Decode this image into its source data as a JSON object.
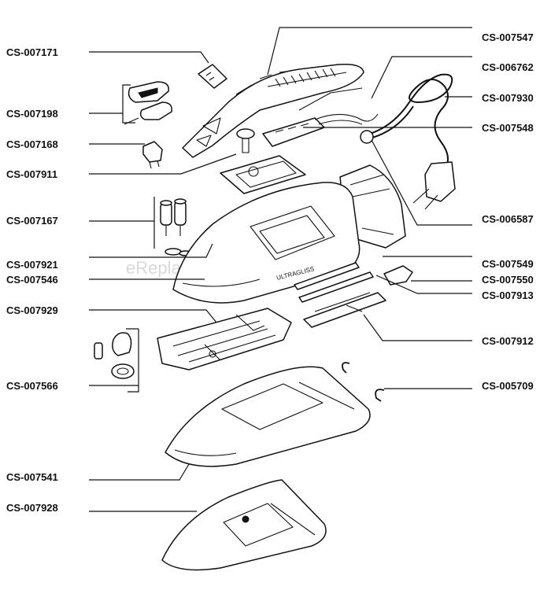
{
  "watermark": "eReplacementParts.com",
  "part_labels": {
    "cs007171": "CS-007171",
    "cs007198": "CS-007198",
    "cs007168": "CS-007168",
    "cs007911": "CS-007911",
    "cs007167": "CS-007167",
    "cs007921": "CS-007921",
    "cs007546": "CS-007546",
    "cs007929": "CS-007929",
    "cs007566": "CS-007566",
    "cs007541": "CS-007541",
    "cs007928": "CS-007928",
    "cs007547": "CS-007547",
    "cs006762": "CS-006762",
    "cs007930": "CS-007930",
    "cs007548": "CS-007548",
    "cs006587": "CS-006587",
    "cs007549": "CS-007549",
    "cs007550": "CS-007550",
    "cs007913": "CS-007913",
    "cs007912": "CS-007912",
    "cs005709": "CS-005709"
  },
  "body_marking": "ULTRAGLISS"
}
